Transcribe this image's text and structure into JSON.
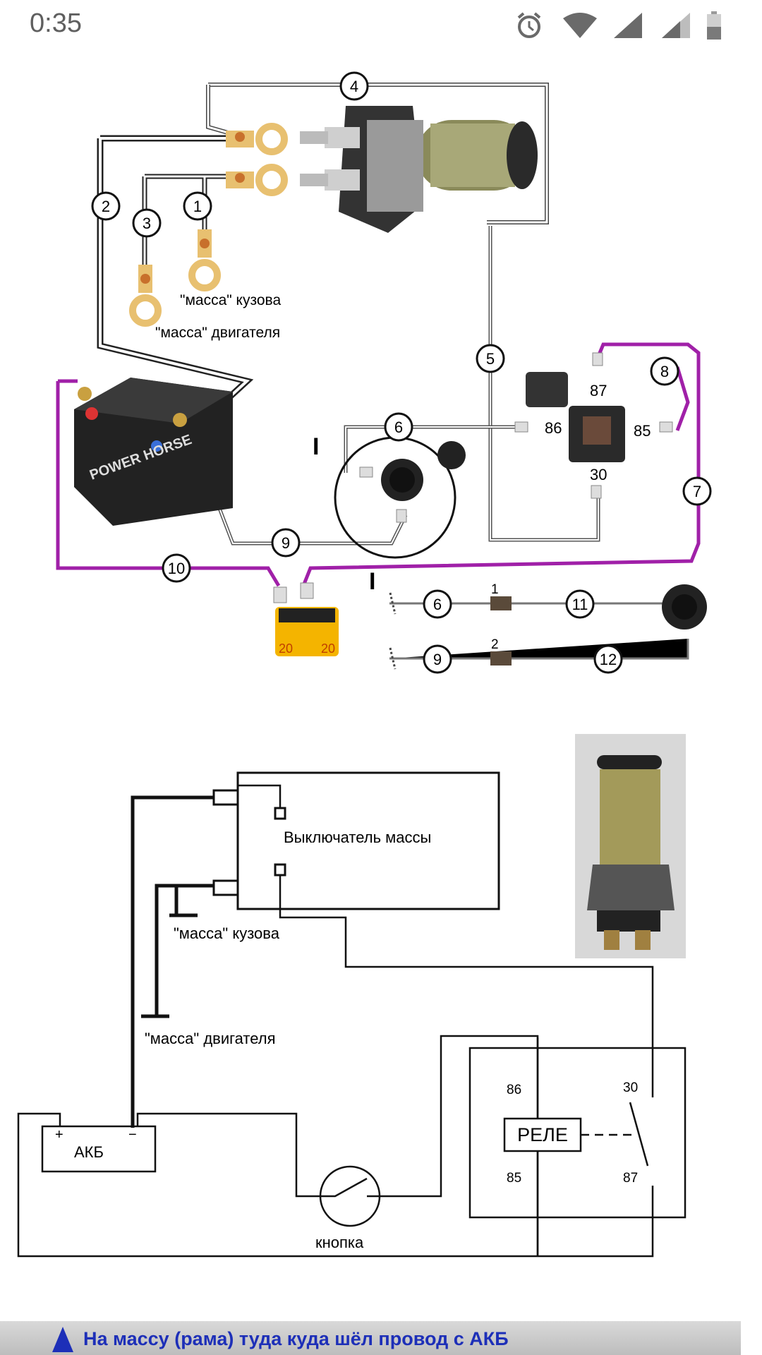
{
  "status_bar": {
    "time": "0:35",
    "icons": [
      "alarm-icon",
      "wifi-icon",
      "signal-icon",
      "signal-weak-icon",
      "battery-icon"
    ]
  },
  "wiring_diagram": {
    "wire_numbers": [
      "1",
      "2",
      "3",
      "4",
      "5",
      "6",
      "7",
      "8",
      "9",
      "10",
      "11",
      "12"
    ],
    "detail_wire_numbers": [
      "6",
      "11",
      "9",
      "12"
    ],
    "connector_labels": [
      "1",
      "2"
    ],
    "relay_pins": [
      "87",
      "86",
      "85",
      "30"
    ],
    "label_body_ground": "\"масса\" кузова",
    "label_engine_ground": "\"масса\" двигателя",
    "roman_numeral": "I",
    "fuse_rating": "20",
    "battery_brand": "POWER HORSE",
    "colors": {
      "wire_purple": "#a020a8",
      "fuse_yellow": "#f4b400",
      "copper": "#c8702c"
    }
  },
  "schematic": {
    "switch_label": "Выключатель массы",
    "body_ground_label": "\"масса\" кузова",
    "engine_ground_label": "\"масса\" двигателя",
    "battery_label": "АКБ",
    "battery_plus": "+",
    "battery_minus": "−",
    "relay_label": "РЕЛЕ",
    "pin_86": "86",
    "pin_85": "85",
    "pin_30": "30",
    "pin_87": "87",
    "button_label": "кнопка"
  },
  "caption_bar": {
    "text": "На массу (рама) туда куда шёл провод с АКБ"
  }
}
